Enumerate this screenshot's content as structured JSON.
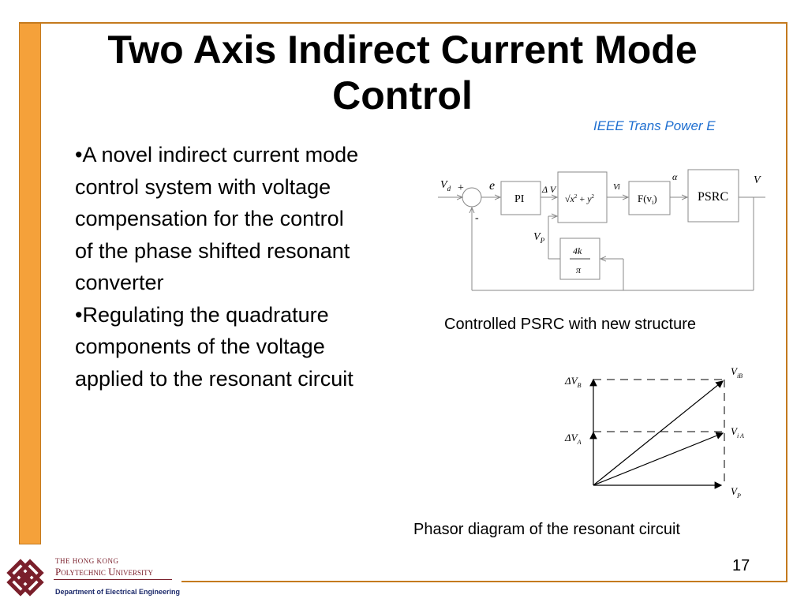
{
  "title": "Two Axis Indirect Current Mode Control",
  "source": "IEEE Trans Power E",
  "bullets": [
    "•A novel indirect current mode control system with voltage compensation for the control of the phase shifted resonant converter",
    "•Regulating the quadrature components of the voltage applied to the resonant circuit"
  ],
  "block_diagram": {
    "input_label": "V",
    "input_sub": "d",
    "plus": "+",
    "minus": "-",
    "error_label": "e",
    "pi_block": "PI",
    "delta_v_label": "Δ V",
    "sqrt_block_x": "x",
    "sqrt_block_y": "y",
    "sqrt_exp": "2",
    "vi_label": "Vi",
    "f_block": "F(v",
    "f_block_sub": "i",
    "f_block_close": ")",
    "alpha_label": "α",
    "psrc_block": "PSRC",
    "output_label": "V",
    "vp_label": "V",
    "vp_sub": "P",
    "gain_num": "4k",
    "gain_den": "π"
  },
  "caption_block": "Controlled PSRC with new structure",
  "phasor": {
    "delta_vb": "ΔV",
    "delta_vb_sub": "B",
    "delta_va": "ΔV",
    "delta_va_sub": "A",
    "vib": "V",
    "vib_sub": "iB",
    "via": "V",
    "via_sub": "i A",
    "vp": "V",
    "vp_sub": "P"
  },
  "caption_phasor": "Phasor diagram of the resonant circuit",
  "page_number": "17",
  "footer": {
    "uni_line1": "THE HONG KONG",
    "uni_line2": "Polytechnic University",
    "department": "Department of Electrical Engineering"
  },
  "colors": {
    "accent": "#f5a13a",
    "link": "#1f6fd0",
    "university": "#7a1f2b"
  }
}
